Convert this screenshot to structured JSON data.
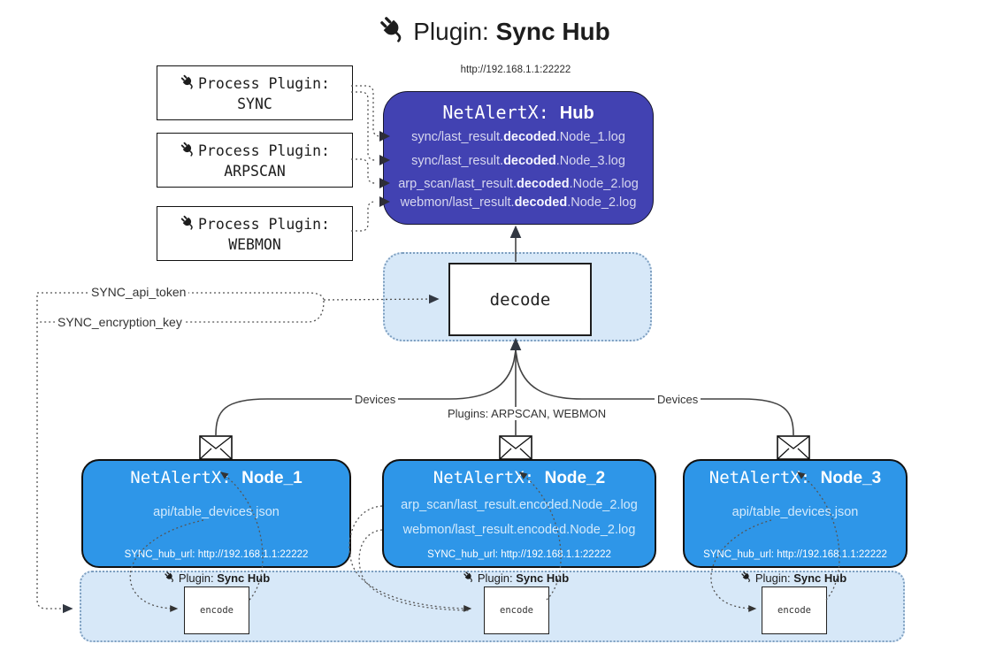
{
  "title": {
    "prefix": "Plugin:",
    "name": "Sync Hub"
  },
  "hub": {
    "url": "http://192.168.1.1:22222",
    "name_prefix": "NetAlertX: ",
    "name": "Hub",
    "files": [
      {
        "pre": "sync/last_result.",
        "bold": "decoded",
        "post": ".Node_1.log"
      },
      {
        "pre": "sync/last_result.",
        "bold": "decoded",
        "post": ".Node_3.log"
      },
      {
        "pre": "arp_scan/last_result.",
        "bold": "decoded",
        "post": ".Node_2.log"
      },
      {
        "pre": "webmon/last_result.",
        "bold": "decoded",
        "post": ".Node_2.log"
      }
    ]
  },
  "process_plugins": [
    {
      "label": "Process Plugin:",
      "name": "SYNC"
    },
    {
      "label": "Process Plugin:",
      "name": "ARPSCAN"
    },
    {
      "label": "Process Plugin:",
      "name": "WEBMON"
    }
  ],
  "decode_label": "decode",
  "settings": {
    "api_token": "SYNC_api_token",
    "encryption_key": "SYNC_encryption_key"
  },
  "edge_labels": {
    "devices_left": "Devices",
    "plugins_center": "Plugins: ARPSCAN, WEBMON",
    "devices_right": "Devices"
  },
  "nodes": [
    {
      "name_prefix": "NetAlertX: ",
      "name": "Node_1",
      "files": [
        "api/table_devices.json"
      ],
      "hub_url": "SYNC_hub_url: http://192.168.1.1:22222"
    },
    {
      "name_prefix": "NetAlertX: ",
      "name": "Node_2",
      "files": [
        "arp_scan/last_result.encoded.Node_2.log",
        "webmon/last_result.encoded.Node_2.log"
      ],
      "hub_url": "SYNC_hub_url: http://192.168.1.1:22222"
    },
    {
      "name_prefix": "NetAlertX: ",
      "name": "Node_3",
      "files": [
        "api/table_devices.json"
      ],
      "hub_url": "SYNC_hub_url: http://192.168.1.1:22222"
    }
  ],
  "encode_band": {
    "plugin_prefix": "Plugin: ",
    "plugin_name": "Sync Hub",
    "encode_label": "encode"
  },
  "colors": {
    "hub_bg": "#4242b2",
    "node_bg": "#2e96e8",
    "panel_bg": "#d7e8f8",
    "panel_border": "#7e9fc0",
    "connector": "#444444"
  }
}
